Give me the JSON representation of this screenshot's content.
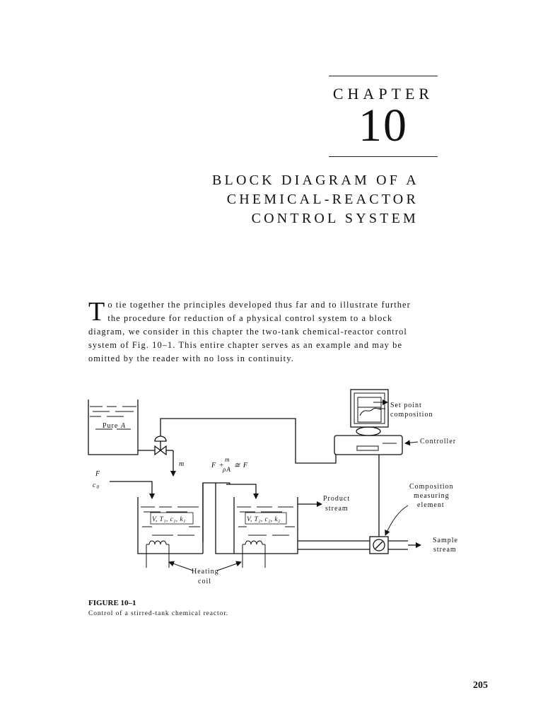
{
  "chapter": {
    "label": "CHAPTER",
    "number": "10",
    "title_lines": [
      "BLOCK DIAGRAM OF A",
      "CHEMICAL-REACTOR",
      "CONTROL SYSTEM"
    ]
  },
  "intro": {
    "drop_cap": "T",
    "text": "o tie together the principles developed thus far and to illustrate further the procedure for reduction of a physical control system to a block diagram, we consider in this chapter the two-tank chemical-reactor control system of Fig. 10–1. This entire chapter serves as an example and may be omitted by the reader with no loss in continuity."
  },
  "figure": {
    "labels": {
      "pure": "Pure",
      "pure_var": "A",
      "set_point_1": "Set point",
      "set_point_2": "composition",
      "controller": "Controller",
      "m": "m",
      "F": "F",
      "c0": "c",
      "c0_sub": "0",
      "flow_eq_left": "F +",
      "flow_eq_num": "m",
      "flow_eq_den": "ρA",
      "flow_eq_right": "≅ F",
      "product_1": "Product",
      "product_2": "stream",
      "composition_1": "Composition",
      "composition_2": "measuring",
      "composition_3": "element",
      "tank1": "V, T₁, c₁, k₁",
      "tank2": "V, T₂, c₂, k₂",
      "sample_1": "Sample",
      "sample_2": "stream",
      "heating_1": "Heating",
      "heating_2": "coil"
    },
    "caption_label": "FIGURE 10–1",
    "caption_text": "Control of a stirred-tank chemical reactor."
  },
  "page_number": "205"
}
